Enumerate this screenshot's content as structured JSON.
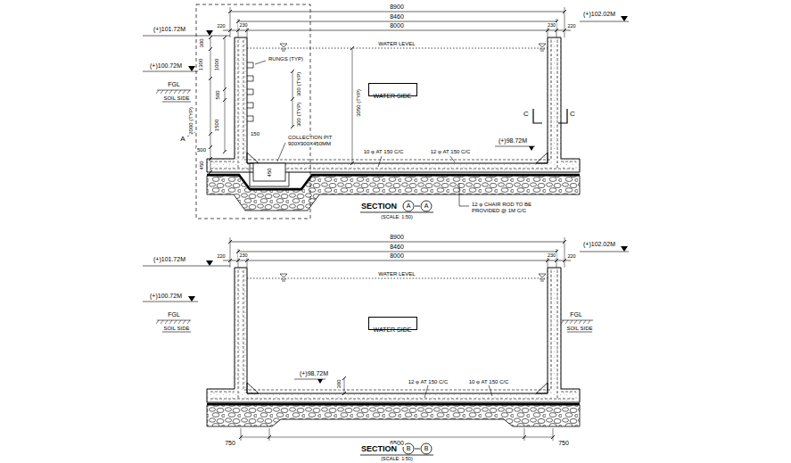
{
  "diagram": {
    "nodes": [
      {
        "text": [
          "WATER SIDE"
        ]
      },
      {
        "text": [
          "WATER SIDE"
        ]
      }
    ],
    "labels": [
      "8900",
      "8460",
      "8000",
      "220",
      "230",
      "230",
      "220",
      "(+)101.72M",
      "(+)102.02M",
      "WATER LEVEL",
      "300",
      "1300",
      "1000",
      "(+)100.72M",
      "FGL",
      "SOIL SIDE",
      "RUNGS (TYP)",
      "300 (TYP)",
      "500",
      "300 (TYP)",
      "3050 (TYP)",
      "2000 (TYP)",
      "C",
      "C",
      "1500",
      "150",
      "(+)98.72M",
      "A",
      "COLLECTION PIT 900X900X450MM",
      "500",
      "10 φ AT 150 C/C",
      "12 φ AT 150 C/C",
      "450",
      "450",
      "SECTION",
      "A",
      "A",
      "(SCALE: 1:50)",
      "12 φ CHAIR ROD TO BE PROVIDED @ 1M C/C",
      "8900",
      "8460",
      "8000",
      "220",
      "230",
      "230",
      "220",
      "(+)101.72M",
      "(+)102.02M",
      "WATER LEVEL",
      "(+)100.72M",
      "FGL",
      "FGL",
      "SOIL SIDE",
      "SOIL SIDE",
      "(+)98.72M",
      "300",
      "12 φ AT 150 C/C",
      "10 φ AT 150 C/C",
      "750",
      "6500",
      "750",
      "SECTION",
      "B",
      "B",
      "(SCALE: 1:50)"
    ]
  }
}
